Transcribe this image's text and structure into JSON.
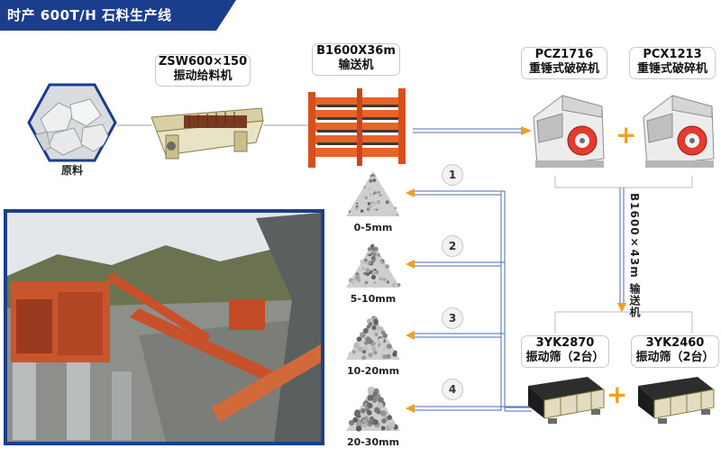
{
  "header": {
    "title": "时产 600T/H 石料生产线",
    "color": "#1b3e8c"
  },
  "raw_material": {
    "label": "原料"
  },
  "feeder": {
    "model": "ZSW600×150",
    "name": "振动给料机"
  },
  "conveyor_main": {
    "model": "B1600X36m",
    "name": "输送机"
  },
  "crusher_1": {
    "model": "PCZ1716",
    "name": "重锤式破碎机"
  },
  "crusher_2": {
    "model": "PCX1213",
    "name": "重锤式破碎机"
  },
  "conveyor_vertical": {
    "label": "B1600×43m 输送机"
  },
  "screen_1": {
    "model": "3YK2870",
    "name": "振动筛（2台）"
  },
  "screen_2": {
    "model": "3YK2460",
    "name": "振动筛（2台）"
  },
  "outputs": [
    {
      "number": "1",
      "size": "0-5mm"
    },
    {
      "number": "2",
      "size": "5-10mm"
    },
    {
      "number": "3",
      "size": "10-20mm"
    },
    {
      "number": "4",
      "size": "20-30mm"
    }
  ],
  "colors": {
    "accent_orange": "#f0a020",
    "equipment_orange": "#e8622a",
    "flow_line": "#4a6fb5"
  }
}
